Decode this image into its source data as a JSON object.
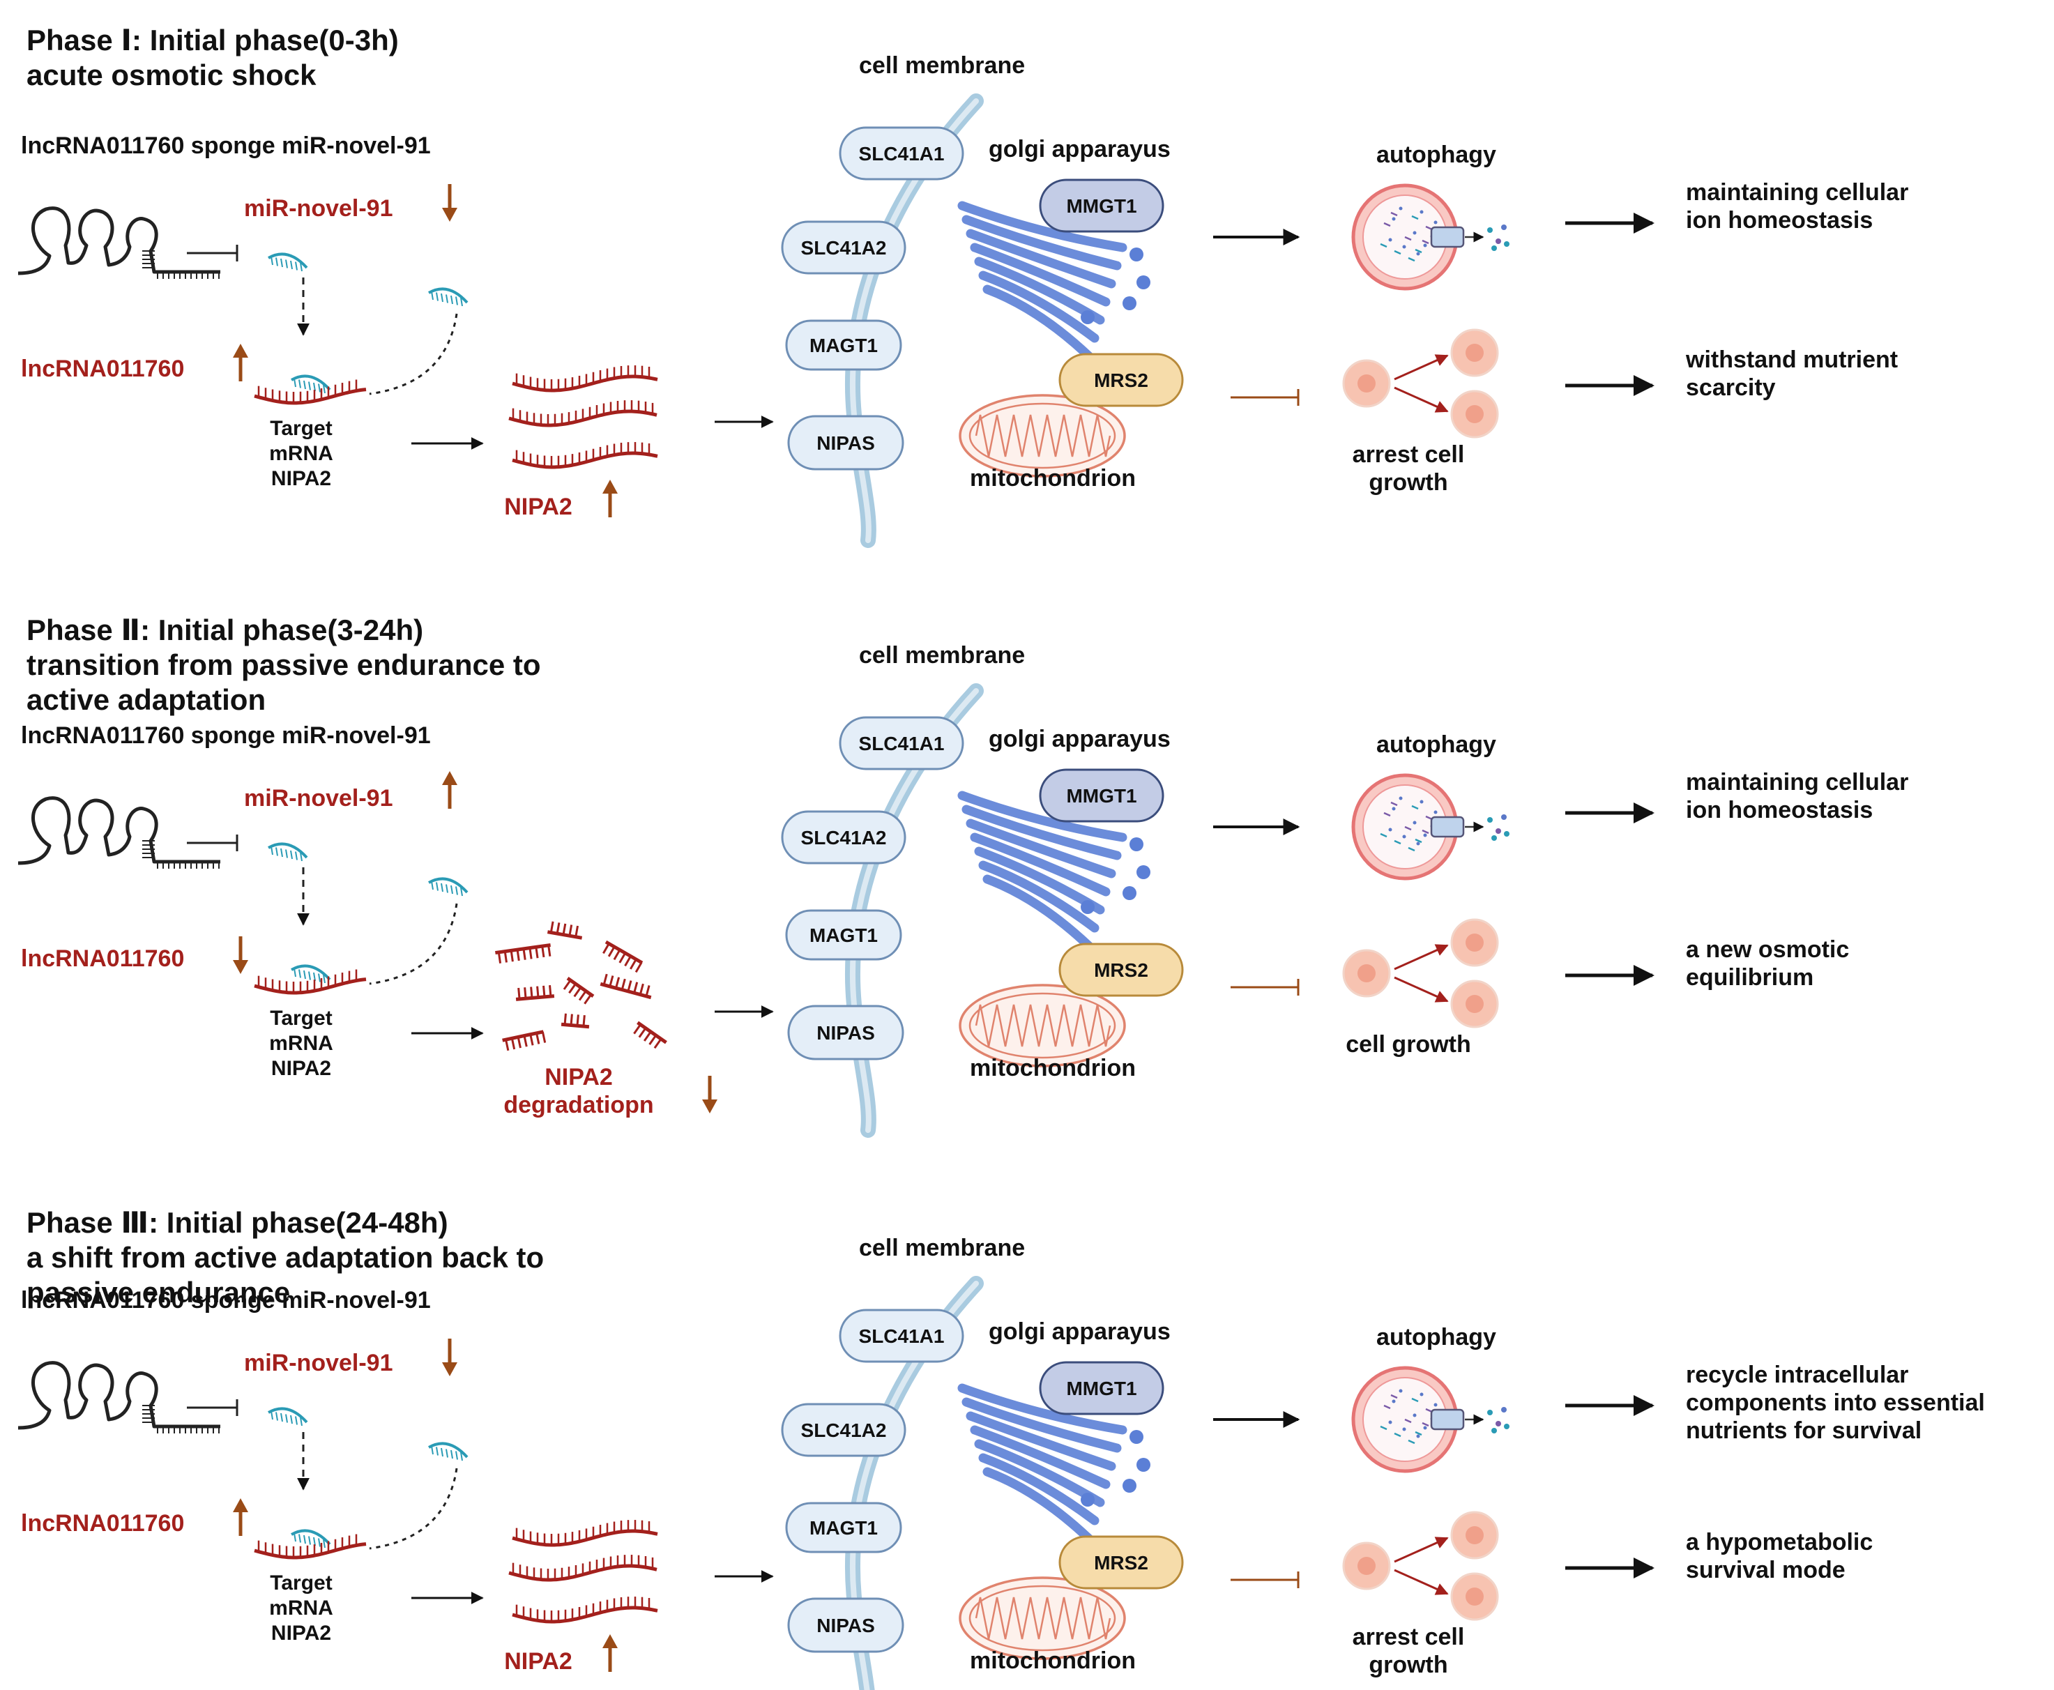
{
  "colors": {
    "dark_red": "#a3201c",
    "brown_arrow": "#9a4b17",
    "teal": "#2a9bb5",
    "membrane": "#a9cbe0",
    "membrane_protein_fill": "#e4eef8",
    "membrane_protein_stroke": "#6f8fb5",
    "golgi": "#5b7fd6",
    "mmgt1_fill": "#c3cce6",
    "mrs2_fill": "#f6dcaa",
    "mito_stroke": "#e0836d",
    "autophagy_ring": "#e57474",
    "cell_fill": "#f7c3b1"
  },
  "labels": {
    "cell_membrane": "cell  membrane",
    "golgi": "golgi apparayus",
    "mitochondrion": "mitochondrion",
    "autophagy": "autophagy",
    "mmgt1": "MMGT1",
    "mrs2": "MRS2",
    "slc41a1": "SLC41A1",
    "slc41a2": "SLC41A2",
    "magt1": "MAGT1",
    "nipas": "NIPAS",
    "sponge": "lncRNA011760 sponge miR-novel-91",
    "mirna": "miR-novel-91",
    "lncrna": "lncRNA011760",
    "target_1": "Target",
    "target_2": "mRNA",
    "target_3": "NIPA2"
  },
  "phases": [
    {
      "id": "phase-1",
      "title_1": "Phase Ⅰ: Initial phase(0-3h)",
      "title_2": "acute osmotic shock",
      "title_3": "",
      "mirna_trend": "down",
      "lncrna_trend": "up",
      "nipa2_label_1": "NIPA2",
      "nipa2_label_2": "",
      "nipa2_trend": "up",
      "nipa2_state": "intact",
      "cell_label_1": "arrest cell",
      "cell_label_2": "growth",
      "outcome_top_1": "maintaining cellular",
      "outcome_top_2": "ion homeostasis",
      "outcome_top_3": "",
      "outcome_bottom_1": "withstand mutrient",
      "outcome_bottom_2": "scarcity"
    },
    {
      "id": "phase-2",
      "title_1": "Phase Ⅱ: Initial phase(3-24h)",
      "title_2": "transition from passive endurance to",
      "title_3": "active adaptation",
      "mirna_trend": "up",
      "lncrna_trend": "down",
      "nipa2_label_1": "NIPA2",
      "nipa2_label_2": "degradatiopn",
      "nipa2_trend": "down",
      "nipa2_state": "degraded",
      "cell_label_1": "cell growth",
      "cell_label_2": "",
      "outcome_top_1": "maintaining cellular",
      "outcome_top_2": "ion homeostasis",
      "outcome_top_3": "",
      "outcome_bottom_1": "a new osmotic",
      "outcome_bottom_2": "equilibrium"
    },
    {
      "id": "phase-3",
      "title_1": "Phase Ⅲ: Initial phase(24-48h)",
      "title_2": "a shift from active adaptation back to",
      "title_3": "passive endurance",
      "mirna_trend": "down",
      "lncrna_trend": "up",
      "nipa2_label_1": "NIPA2",
      "nipa2_label_2": "",
      "nipa2_trend": "up",
      "nipa2_state": "intact",
      "cell_label_1": "arrest cell",
      "cell_label_2": "growth",
      "outcome_top_1": "recycle intracellular",
      "outcome_top_2": "components into essential",
      "outcome_top_3": "nutrients for survival",
      "outcome_bottom_1": "a hypometabolic",
      "outcome_bottom_2": "survival mode"
    }
  ]
}
